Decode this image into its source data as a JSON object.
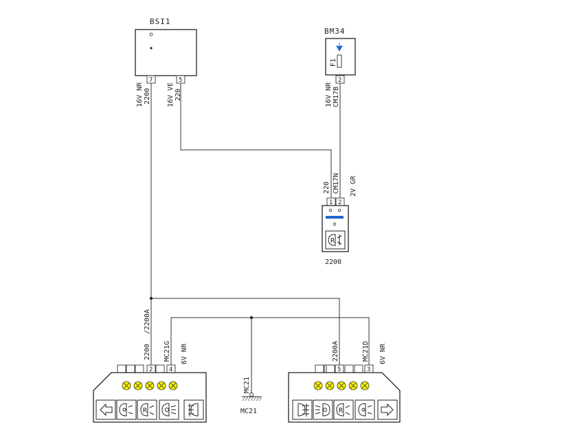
{
  "components": {
    "bsi": {
      "name": "BSI1",
      "pin_a": "7",
      "pin_b": "5"
    },
    "bm": {
      "name": "BM34",
      "fuse": "F1",
      "pin": "2"
    },
    "sw": {
      "code": "2200",
      "pin_a": "1",
      "pin_b": "2"
    },
    "left_lamp": {
      "pin_a": "2",
      "pin_b": "4"
    },
    "right_lamp": {
      "pin_a": "5",
      "pin_b": "3"
    },
    "ground": {
      "name": "MC21"
    }
  },
  "wires": {
    "w1_gauge": "16V NR",
    "w1_code": "2200",
    "w2_gauge": "16V VE",
    "w2_code": "220",
    "w3_gauge": "16V NR",
    "w3_code": "CM17B",
    "w4_code": "220",
    "w4_code2": "CM17N",
    "w4_gauge": "2V GR",
    "w5_code": "2200",
    "w5_code2": "/2200A",
    "w6_code": "MC21G",
    "w6_gauge": "6V NR",
    "w7_code": "2200A",
    "w8_code": "MC21D",
    "w8_gauge": "6V NR",
    "w9_code": "MC21"
  }
}
